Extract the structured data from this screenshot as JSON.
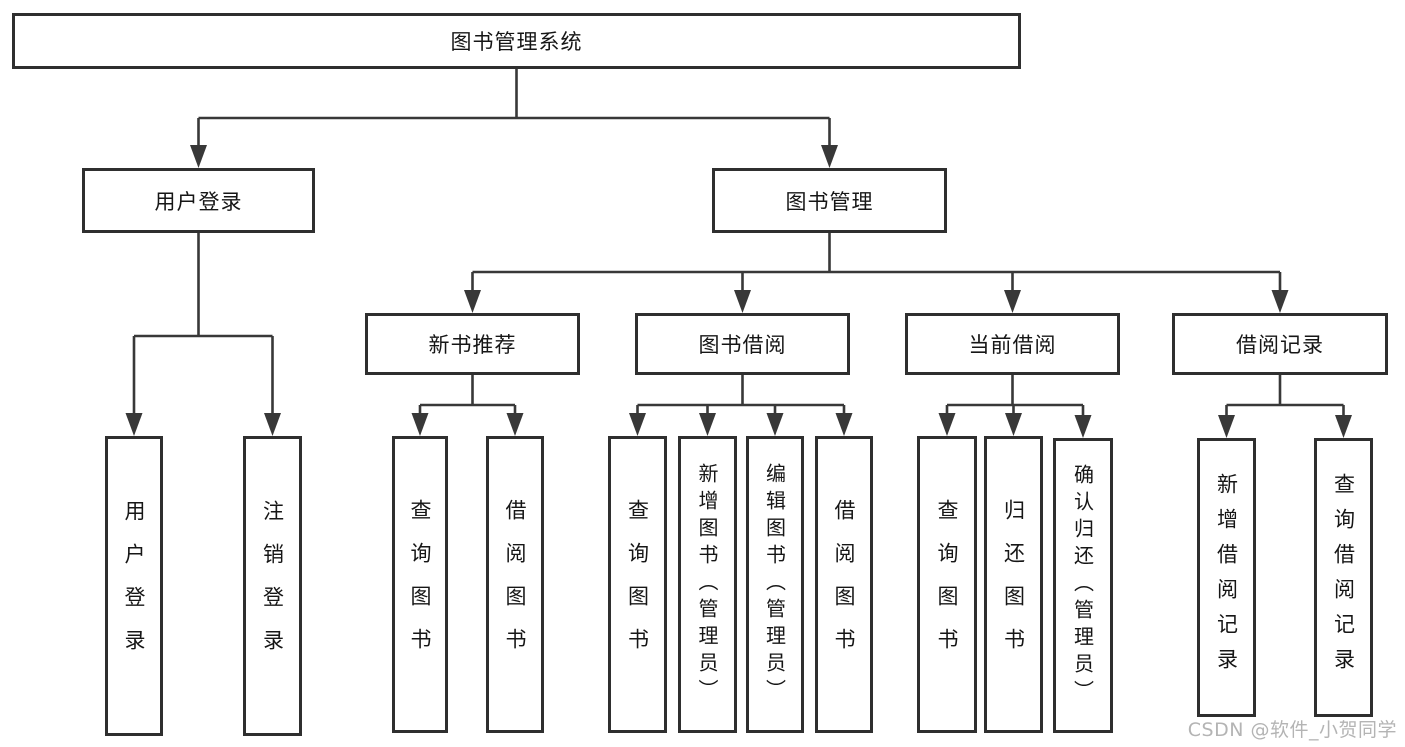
{
  "title": "图书管理系统",
  "branches": {
    "user_login": "用户登录",
    "book_management": "图书管理"
  },
  "modules": {
    "new_book_recommend": "新书推荐",
    "book_borrow": "图书借阅",
    "current_borrow": "当前借阅",
    "borrow_record": "借阅记录"
  },
  "functions": {
    "user_login": "用户登录",
    "logout": "注销登录",
    "rec_query_book": "查询图书",
    "rec_borrow_book": "借阅图书",
    "bb_query_book": "查询图书",
    "bb_add_book_admin": "新增图书（管理员）",
    "bb_edit_book_admin": "编辑图书（管理员）",
    "bb_borrow_book": "借阅图书",
    "cb_query_book": "查询图书",
    "cb_return_book": "归还图书",
    "cb_confirm_return_admin": "确认归还（管理员）",
    "br_add_record": "新增借阅记录",
    "br_query_record": "查询借阅记录"
  },
  "watermark": "CSDN @软件_小贺同学",
  "colors": {
    "line": "#383838",
    "box_border": "#2f2f2f",
    "text": "#161616",
    "watermark": "#b4b4b4",
    "background": "#ffffff"
  }
}
